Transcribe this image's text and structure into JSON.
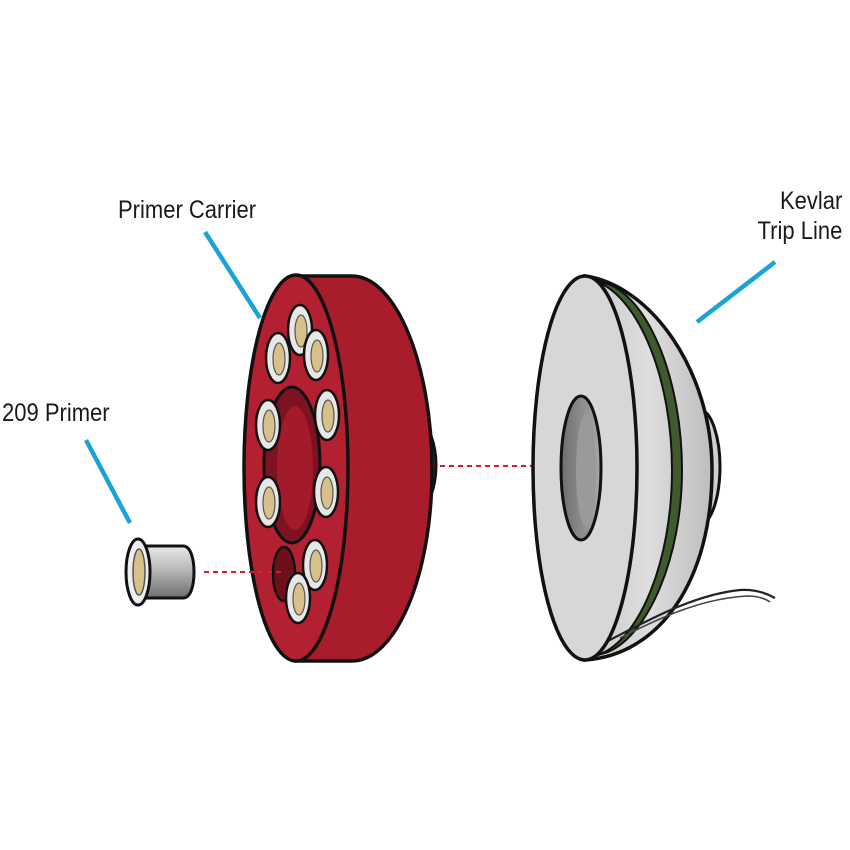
{
  "labels": {
    "primer_carrier": "Primer Carrier",
    "primer_209": "209 Primer",
    "kevlar_line1": "Kevlar",
    "kevlar_line2": "Trip Line"
  },
  "colors": {
    "carrier_red": "#a81c2b",
    "carrier_red_dark": "#7a1220",
    "leader_blue": "#1aa3d9",
    "guide_red": "#d0202a",
    "spool_gray": "#d8d8d8",
    "kevlar_green": "#3f5a2c",
    "primer_brass": "#d8c08a"
  }
}
